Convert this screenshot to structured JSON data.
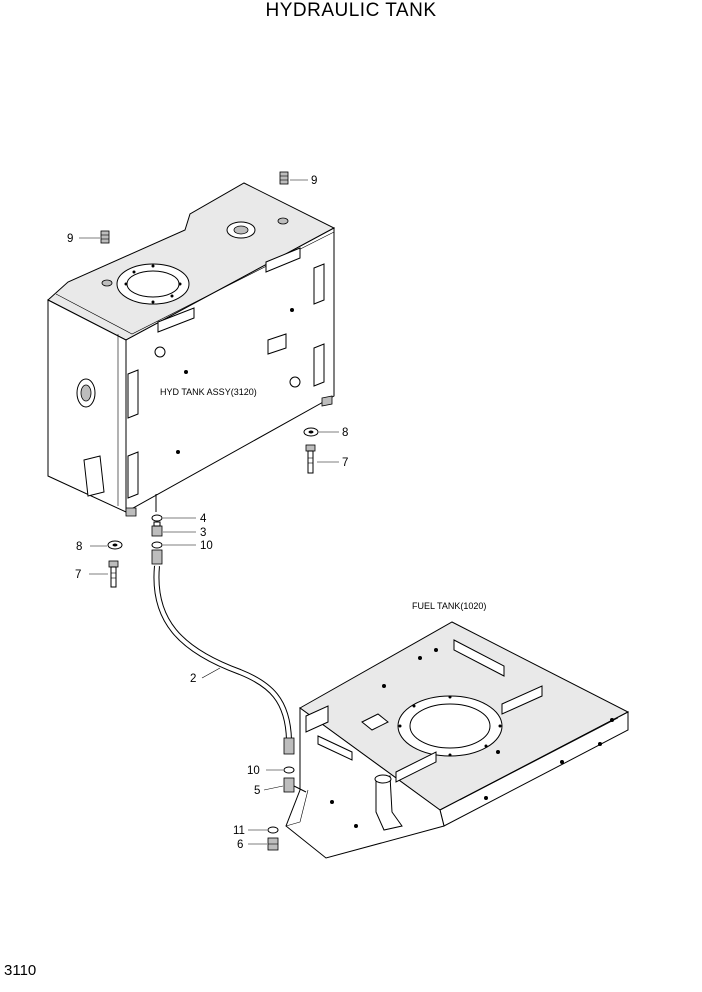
{
  "title": "HYDRAULIC TANK",
  "page_number": "3110",
  "assemblies": {
    "hyd_tank": "HYD TANK ASSY(3120)",
    "fuel_tank": "FUEL TANK(1020)"
  },
  "callouts": {
    "plug_top": "9",
    "plug_left": "9",
    "washer_right": "8",
    "bolt_right": "7",
    "oring_4": "4",
    "connector_3": "3",
    "oring_10_upper": "10",
    "washer_left": "8",
    "bolt_left": "7",
    "hose_2": "2",
    "oring_10_lower": "10",
    "fitting_5": "5",
    "oring_11": "11",
    "fitting_6": "6"
  }
}
